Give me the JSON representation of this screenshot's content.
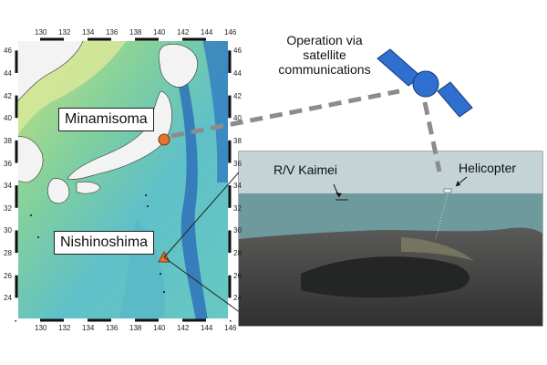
{
  "map": {
    "lon_ticks": [
      "130",
      "132",
      "134",
      "136",
      "138",
      "140",
      "142",
      "144",
      "146"
    ],
    "lat_ticks": [
      "46",
      "44",
      "42",
      "40",
      "38",
      "36",
      "34",
      "32",
      "30",
      "28",
      "26",
      "24"
    ],
    "locations": [
      {
        "name": "Minamisoma",
        "marker": "circle",
        "color": "#e8722a"
      },
      {
        "name": "Nishinoshima",
        "marker": "triangle",
        "color": "#e8722a"
      }
    ]
  },
  "satellite": {
    "caption_lines": [
      "Operation via",
      "satellite",
      "communications"
    ],
    "body_color": "#2f6fd0"
  },
  "photo": {
    "labels": [
      "R/V Kaimei",
      "Helicopter"
    ]
  },
  "colors": {
    "link_dash": "#8c8c8c",
    "ocean_deep": "#2a6db8",
    "ocean_shallow": "#5fc0c8",
    "land": "#f2f2f2",
    "marker": "#e8722a"
  }
}
